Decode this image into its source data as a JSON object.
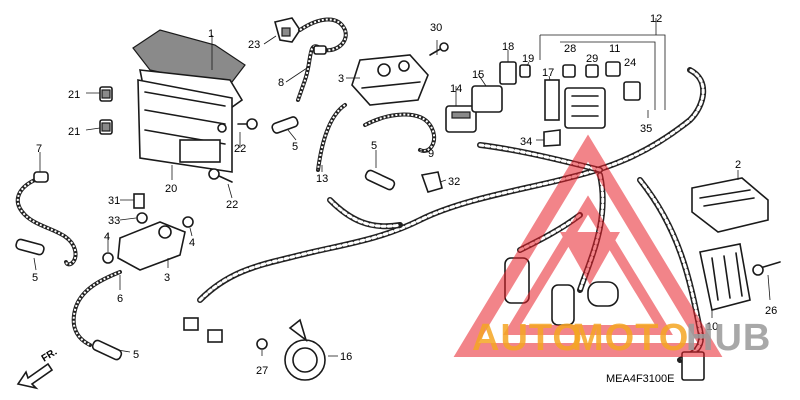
{
  "diagram_code": "MEA4F3100E",
  "front_marker": "FR.",
  "watermark": {
    "brand_part1": "AUTO",
    "brand_part2": "MOTO",
    "brand_part3": "HUB",
    "color_orange": "#f5a623",
    "color_red": "#e8202a",
    "color_gray": "#9a9a9a"
  },
  "callouts": [
    {
      "id": "1",
      "label": "1"
    },
    {
      "id": "2",
      "label": "2"
    },
    {
      "id": "3a",
      "label": "3"
    },
    {
      "id": "3b",
      "label": "3"
    },
    {
      "id": "4a",
      "label": "4"
    },
    {
      "id": "4b",
      "label": "4"
    },
    {
      "id": "5a",
      "label": "5"
    },
    {
      "id": "5b",
      "label": "5"
    },
    {
      "id": "5c",
      "label": "5"
    },
    {
      "id": "5d",
      "label": "5"
    },
    {
      "id": "6",
      "label": "6"
    },
    {
      "id": "7",
      "label": "7"
    },
    {
      "id": "8",
      "label": "8"
    },
    {
      "id": "9",
      "label": "9"
    },
    {
      "id": "10",
      "label": "10"
    },
    {
      "id": "11",
      "label": "11"
    },
    {
      "id": "12",
      "label": "12"
    },
    {
      "id": "13",
      "label": "13"
    },
    {
      "id": "14",
      "label": "14"
    },
    {
      "id": "15",
      "label": "15"
    },
    {
      "id": "16",
      "label": "16"
    },
    {
      "id": "17",
      "label": "17"
    },
    {
      "id": "18",
      "label": "18"
    },
    {
      "id": "19",
      "label": "19"
    },
    {
      "id": "20",
      "label": "20"
    },
    {
      "id": "21a",
      "label": "21"
    },
    {
      "id": "21b",
      "label": "21"
    },
    {
      "id": "22a",
      "label": "22"
    },
    {
      "id": "22b",
      "label": "22"
    },
    {
      "id": "23",
      "label": "23"
    },
    {
      "id": "24",
      "label": "24"
    },
    {
      "id": "26",
      "label": "26"
    },
    {
      "id": "27",
      "label": "27"
    },
    {
      "id": "28",
      "label": "28"
    },
    {
      "id": "29",
      "label": "29"
    },
    {
      "id": "30",
      "label": "30"
    },
    {
      "id": "31",
      "label": "31"
    },
    {
      "id": "32",
      "label": "32"
    },
    {
      "id": "33",
      "label": "33"
    },
    {
      "id": "34",
      "label": "34"
    },
    {
      "id": "35",
      "label": "35"
    }
  ]
}
